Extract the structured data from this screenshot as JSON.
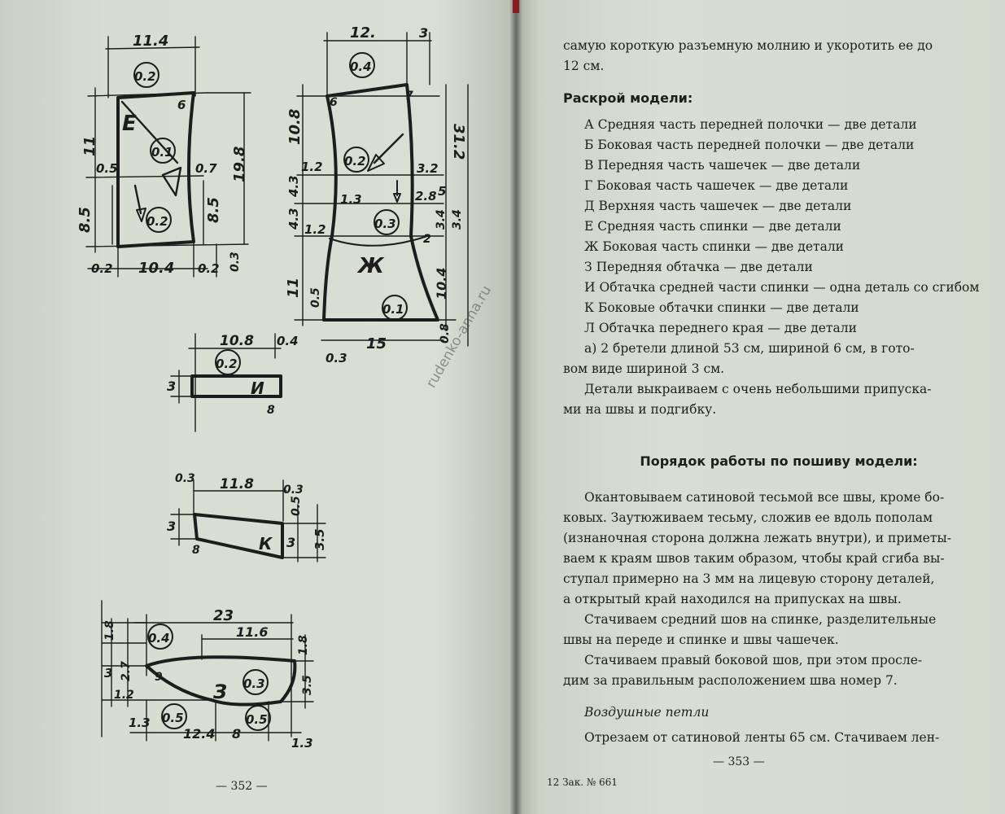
{
  "left_page": {
    "page_number": "— 352 —",
    "pattern_labels": {
      "E": "Е",
      "Zh": "Ж",
      "I": "И",
      "K": "К",
      "Z": "З"
    },
    "dimensions": {
      "e_top": "11.4",
      "e_v_left": "11",
      "e_v_lower": "8.5",
      "e_v_right": "19.8",
      "e_v_inner": "8.5",
      "e_bottom": "10.4",
      "e_b_left": "0.2",
      "e_b_right": "0.2",
      "e_b_far": "0.3",
      "e_mid_left": "0.5",
      "e_mid_right": "0.7",
      "e_c1": "0.2",
      "e_c2": "0.1",
      "e_c3": "0.2",
      "e_corner": "6",
      "zh_top": "12.",
      "zh_top_r": "3",
      "zh_v_left_top": "10.8",
      "zh_v_right": "31.2",
      "zh_12": "1.2",
      "zh_43a": "4.3",
      "zh_13": "1.3",
      "zh_43b": "4.3",
      "zh_12b": "1.2",
      "zh_11": "11",
      "zh_05": "0.5",
      "zh_32": "3.2",
      "zh_28": "2.8",
      "zh_5": "5",
      "zh_34": "3.4",
      "zh_34b": "3.4",
      "zh_104": "10.4",
      "zh_2": "2",
      "zh_08": "0.8",
      "zh_15": "15",
      "zh_03": "0.3",
      "zh_c1": "0.4",
      "zh_c2": "0.2",
      "zh_c3": "0.3",
      "zh_c4": "0.1",
      "zh_corner6": "6",
      "zh_corner7": "7",
      "i_top": "10.8",
      "i_04": "0.4",
      "i_3": "3",
      "i_c": "0.2",
      "i_8": "8",
      "k_top": "11.8",
      "k_03a": "0.3",
      "k_03b": "0.3",
      "k_05": "0.5",
      "k_3a": "3",
      "k_3b": "3",
      "k_35": "3.5",
      "k_8": "8",
      "z_top": "23",
      "z_116": "11.6",
      "z_18a": "1.8",
      "z_3": "3",
      "z_27": "2.7",
      "z_18b": "1.8",
      "z_35": "3.5",
      "z_12": "1.2",
      "z_13a": "1.3",
      "z_124": "12.4",
      "z_8": "8",
      "z_13b": "1.3",
      "z_c1": "0.4",
      "z_c2": "0.3",
      "z_c3": "0.5",
      "z_c4": "0.5",
      "z_9": "9"
    }
  },
  "right_page": {
    "intro": [
      "самую короткую разъемную молнию и укоротить ее до",
      "12 см."
    ],
    "cutting_heading": "Раскрой модели:",
    "cutting_items": [
      "А Средняя часть передней полочки — две детали",
      "Б Боковая часть передней полочки — две детали",
      "В Передняя часть чашечек — две детали",
      "Г Боковая часть чашечек — две детали",
      "Д Верхняя часть чашечек — две детали",
      "Е Средняя часть спинки — две детали",
      "Ж Боковая часть спинки — две детали",
      "З Передняя обтачка — две детали",
      "И Обтачка средней части спинки — одна деталь со сгибом",
      "К Боковые обтачки спинки — две детали",
      "Л Обтачка переднего края — две детали",
      "а) 2 бретели длиной 53 см, шириной 6 см, в гото-"
    ],
    "straps_cont": "вом виде шириной 3 см.",
    "cutting_note": [
      "Детали выкраиваем с очень небольшими припуска-",
      "ми на швы и подгибку."
    ],
    "work_heading": "Порядок работы по пошиву модели:",
    "paragraphs": [
      [
        "Окантовываем сатиновой тесьмой все швы, кроме бо-",
        "ковых. Заутюживаем тесьму, сложив ее вдоль пополам",
        "(изнаночная сторона должна лежать внутри), и приметы-",
        "ваем к краям швов таким образом, чтобы край сгиба вы-",
        "ступал примерно на 3 мм на лицевую сторону деталей,",
        "а открытый край находился на припусках на швы."
      ],
      [
        "Стачиваем средний шов на спинке, разделительные",
        "швы на переде и спинке и швы чашечек."
      ],
      [
        "Стачиваем правый боковой шов, при этом просле-",
        "дим за правильным расположением шва номер 7."
      ]
    ],
    "subheading": "Воздушные петли",
    "last_line": "Отрезаем от сатиновой ленты 65 см. Стачиваем лен-",
    "page_number": "— 353 —",
    "footer_left": "12 Зак. № 661",
    "watermark": "rudenko-anna.ru"
  }
}
